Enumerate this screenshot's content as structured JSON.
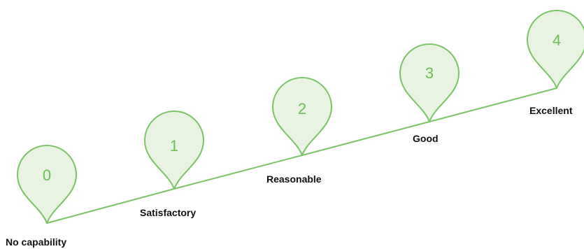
{
  "scale": {
    "levels": [
      {
        "number": "0",
        "label": "No capability"
      },
      {
        "number": "1",
        "label": "Satisfactory"
      },
      {
        "number": "2",
        "label": "Reasonable"
      },
      {
        "number": "3",
        "label": "Good"
      },
      {
        "number": "4",
        "label": "Excellent"
      }
    ]
  },
  "colors": {
    "pin_stroke": "#7cc468",
    "pin_fill": "#e8f3e2",
    "number": "#6cbd55",
    "label": "#111111"
  }
}
